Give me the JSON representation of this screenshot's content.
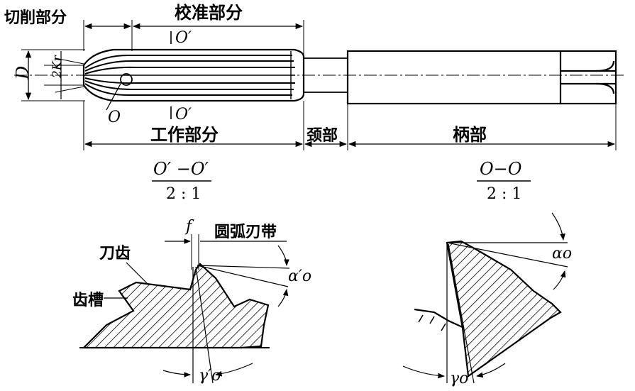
{
  "labels": {
    "cutting_part": "切削部分",
    "calibrating_part": "校准部分",
    "working_part": "工作部分",
    "neck": "颈部",
    "shank": "柄部",
    "cutting_tooth": "刀齿",
    "flute": "齿槽",
    "arc_land": "圆弧刃带"
  },
  "symbols": {
    "diameter": "D",
    "two_kr": "2Kr",
    "o_mark": "O",
    "o_prime_top": "O′",
    "o_prime_bottom": "O′",
    "f": "f",
    "alpha_o_prime": "α′o",
    "gamma_o_prime": "γ′o",
    "alpha_o": "αo",
    "gamma_o": "γo"
  },
  "sections": {
    "left_name": "O′ −O′",
    "left_scale": "2 : 1",
    "right_name": "O−O",
    "right_scale": "2 : 1"
  }
}
